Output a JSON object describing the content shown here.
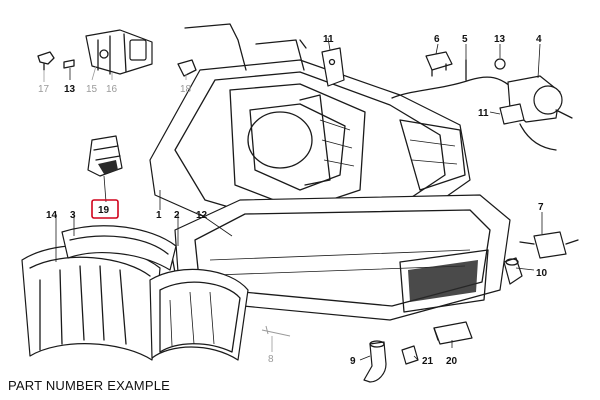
{
  "caption": "PART NUMBER EXAMPLE",
  "highlight_color": "#d0021b",
  "callouts": {
    "c1": "1",
    "c2": "2",
    "c3": "3",
    "c4": "4",
    "c5": "5",
    "c6": "6",
    "c7": "7",
    "c8": "8",
    "c9": "9",
    "c10": "10",
    "c11a": "11",
    "c11b": "11",
    "c12": "12",
    "c13a": "13",
    "c13b": "13",
    "c14": "14",
    "c15": "15",
    "c16": "16",
    "c17": "17",
    "c18": "18",
    "c19": "19",
    "c20": "20",
    "c21": "21"
  },
  "highlighted_callout": "19"
}
